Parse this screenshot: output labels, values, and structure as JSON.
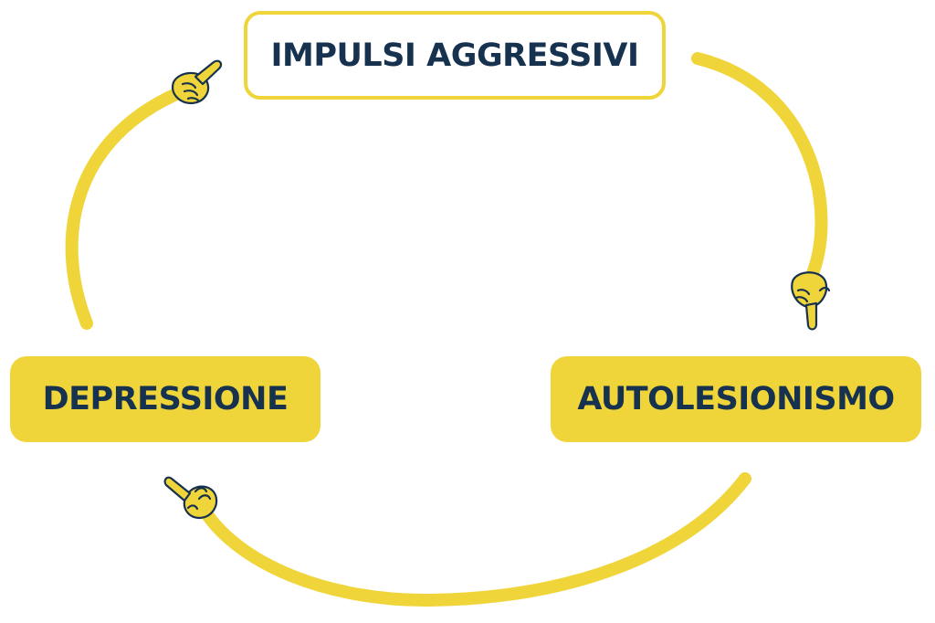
{
  "diagram": {
    "nodes": [
      {
        "id": "impulsi",
        "label": "IMPULSI AGGRESSIVI",
        "style": "outline"
      },
      {
        "id": "autolesionismo",
        "label": "AUTOLESIONISMO",
        "style": "filled"
      },
      {
        "id": "depressione",
        "label": "DEPRESSIONE",
        "style": "filled"
      }
    ],
    "edges": [
      {
        "from": "impulsi",
        "to": "autolesionismo",
        "pointer": "pointing-hand-down-icon"
      },
      {
        "from": "autolesionismo",
        "to": "depressione",
        "pointer": "pointing-hand-left-icon"
      },
      {
        "from": "depressione",
        "to": "impulsi",
        "pointer": "pointing-hand-right-icon"
      }
    ]
  },
  "colors": {
    "accent_yellow": "#f0d53a",
    "text_navy": "#16324f",
    "background": "#ffffff"
  }
}
